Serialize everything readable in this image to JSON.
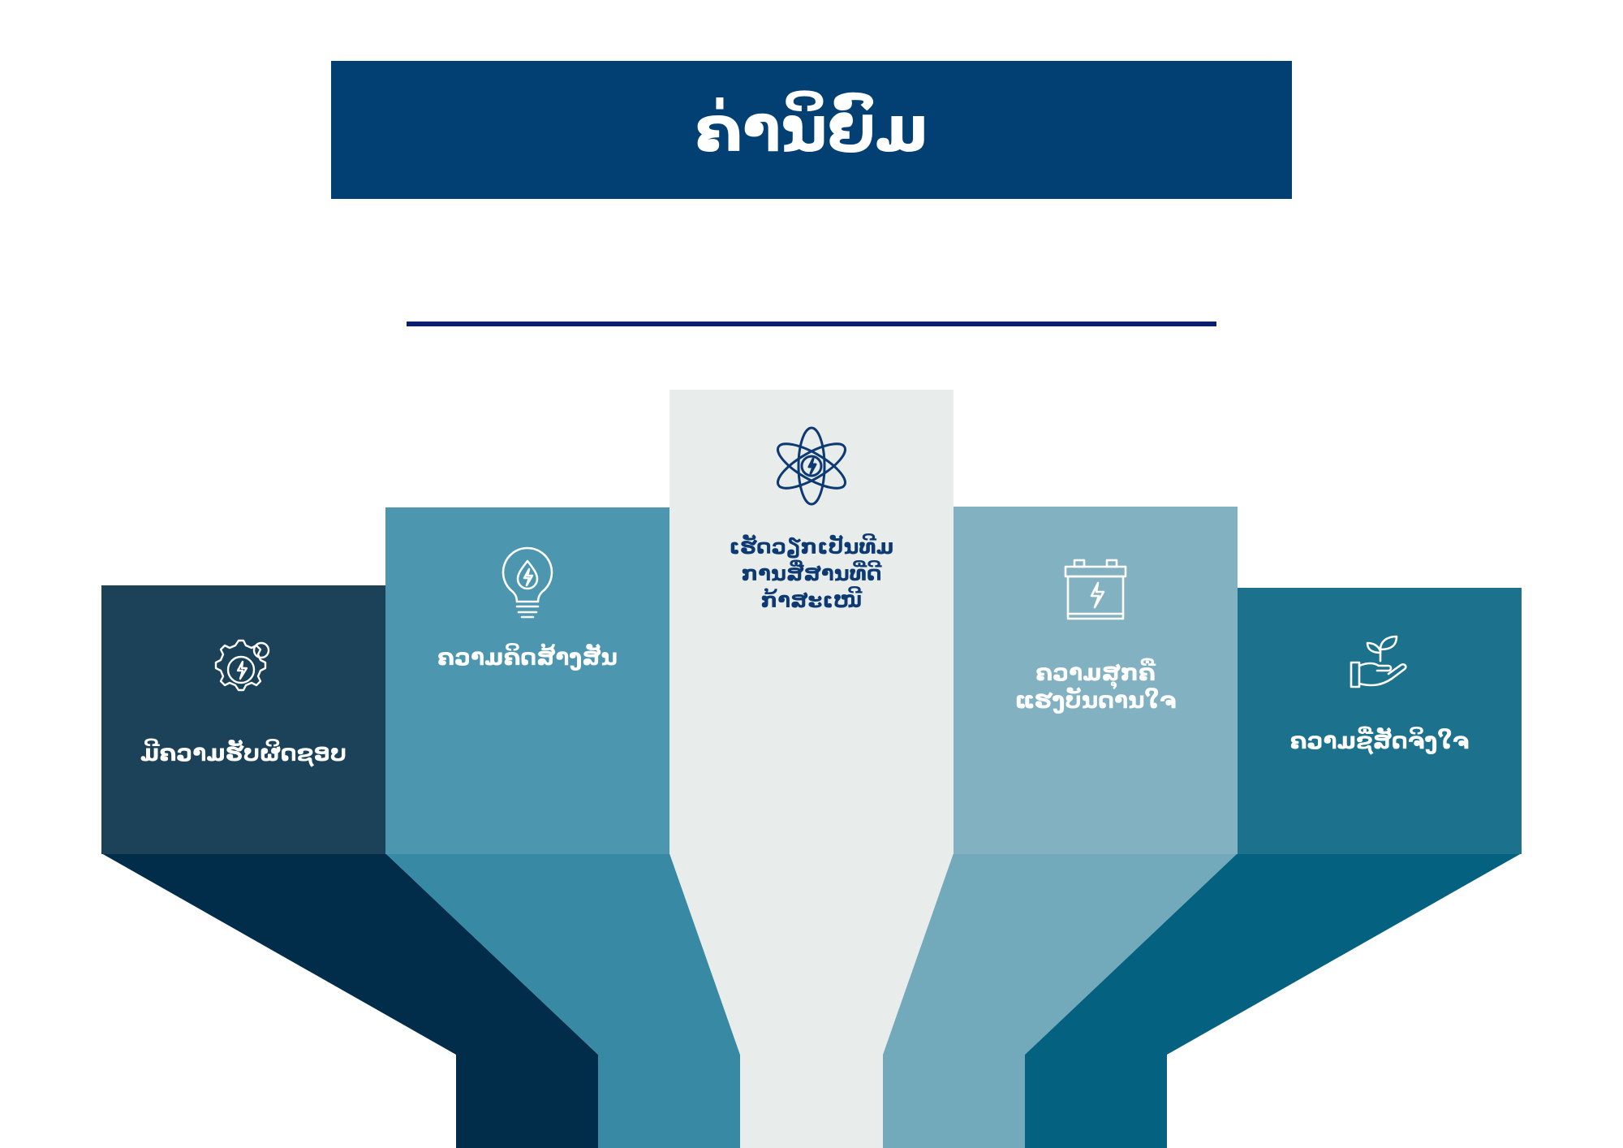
{
  "title": "ຄ່ານິຍົມ",
  "colors": {
    "title_bar": "#023f73",
    "divider": "#0b1f6e",
    "dark_navy": "#1c4259",
    "dark_navy_deep": "#012d4a",
    "steel_blue": "#4c96af",
    "steel_blue_deep": "#388aa4",
    "pale_gray": "#e8ecea",
    "light_blue": "#82b2c2",
    "light_blue_deep": "#73aabb",
    "teal": "#1c718c",
    "teal_deep": "#046180",
    "center_text": "#0d3a72",
    "white": "#ffffff"
  },
  "values": [
    {
      "icon": "gear-lightning-icon",
      "label": "ມີຄວາມຮັບຜິດຊອບ"
    },
    {
      "icon": "lightbulb-icon",
      "label": "ຄວາມຄິດສ້າງສັນ"
    },
    {
      "icon": "atom-icon",
      "label": "ເຮັດວຽກເປັນທີມ\nການສື່ສານທີ່ດີ\nກ້າສະເໜີ"
    },
    {
      "icon": "battery-icon",
      "label": "ຄວາມສຸກຄື\nແຮງບັນດານໃຈ"
    },
    {
      "icon": "hand-plant-icon",
      "label": "ຄວາມຊື່ສັດຈິງໃຈ"
    }
  ]
}
